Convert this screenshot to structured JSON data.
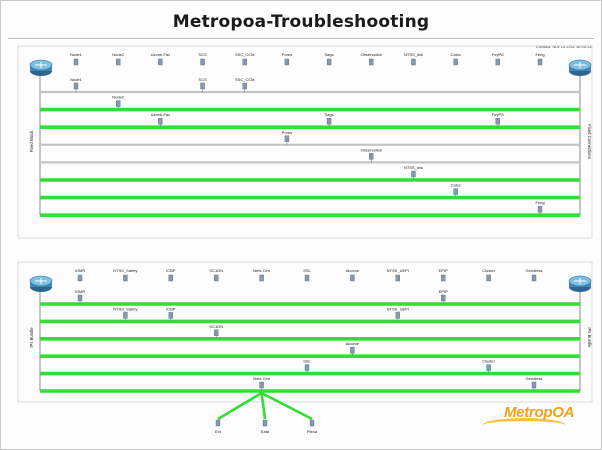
{
  "page": {
    "title": "Metropoa-Troubleshooting",
    "created": "Created: Nov 14 2011 10:05:13",
    "logo_text": "MetropOA"
  },
  "colors": {
    "active_link": "#33dd33",
    "inactive_link": "#c4c4c4",
    "node": "#8898ad",
    "router": "#3f88b8",
    "title": "#1a1a1a"
  },
  "panels": [
    {
      "side_left_label": "Fixed Block",
      "side_right_label": "Fixed Connections",
      "header_nodes": [
        "Node1",
        "Node2",
        "Uzone-Fax",
        "SCS",
        "SSC_CCM",
        "Pores",
        "Sags",
        "Observation",
        "NTSS_link",
        "Calcs",
        "FeyPS",
        "Feng"
      ],
      "rows": [
        {
          "status": "inactive",
          "nodes": [
            "Node1",
            "SCS",
            "SSC_CCM"
          ]
        },
        {
          "status": "active",
          "nodes": [
            "Node2"
          ]
        },
        {
          "status": "active",
          "nodes": [
            "Uzone-Fax",
            "Sags",
            "FeyPS"
          ]
        },
        {
          "status": "inactive",
          "nodes": [
            "Pores"
          ]
        },
        {
          "status": "inactive",
          "nodes": [
            "Observation"
          ]
        },
        {
          "status": "active",
          "nodes": [
            "NTSS_link"
          ]
        },
        {
          "status": "active",
          "nodes": [
            "Calcs"
          ]
        },
        {
          "status": "active",
          "nodes": [
            "Feng"
          ]
        }
      ]
    },
    {
      "side_left_label": "IPs Bundle",
      "side_right_label": "IPs Bundle",
      "header_nodes": [
        "IOMR",
        "NTSS_Safety",
        "ICBP",
        "SC1DN",
        "Nets Cen",
        "SSL",
        "Alcome",
        "NTSS_UEPI",
        "EPIP",
        "Cluster",
        "Gendless"
      ],
      "rows": [
        {
          "status": "active",
          "nodes": [
            "IOMR",
            "EPIP"
          ]
        },
        {
          "status": "active",
          "nodes": [
            "NTSS_Safety",
            "ICBP",
            "NTSS_UEPI"
          ]
        },
        {
          "status": "active",
          "nodes": [
            "SC1DN"
          ]
        },
        {
          "status": "active",
          "nodes": [
            "Alcome"
          ]
        },
        {
          "status": "active",
          "nodes": [
            "SSL",
            "Cluster"
          ]
        },
        {
          "status": "active",
          "nodes": [
            "Nets Cen",
            "Gendless"
          ]
        }
      ],
      "branch": {
        "from": "Nets Cen",
        "to": [
          "Ext",
          "Eata",
          "Ptexa"
        ]
      }
    }
  ]
}
